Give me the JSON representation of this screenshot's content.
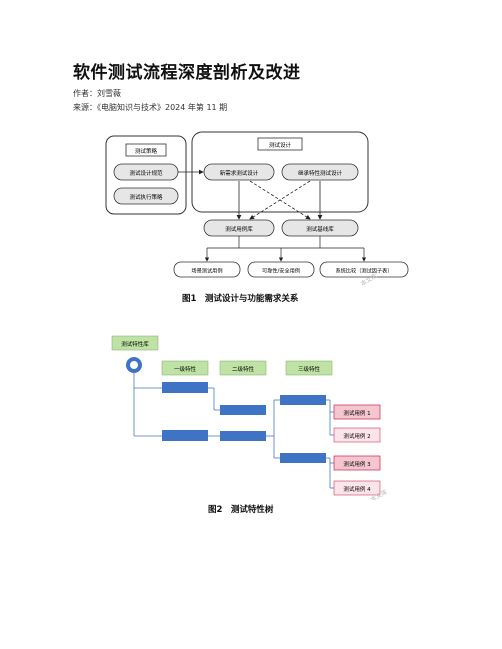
{
  "doc": {
    "title": "软件测试流程深度剖析及改进",
    "author": "作者：刘雪薇",
    "source": "来源：《电脑知识与技术》2024 年第 11 期"
  },
  "fig1": {
    "caption": "图1　测试设计与功能需求关系",
    "left_group_label": "测试策略",
    "left_items": [
      "测试设计规范",
      "测试执行策略"
    ],
    "right_group_label": "测试设计",
    "design_items": [
      "新需求测试设计",
      "继承特性测试设计"
    ],
    "mid_items": [
      "测试用例库",
      "测试基线库"
    ],
    "bottom_items": [
      "场景测试用例",
      "可靠性/安全用例",
      "系统比较（测试因子表）"
    ],
    "watermark": "本文库"
  },
  "fig2": {
    "caption": "图2　测试特性树",
    "root_label": "测试特性库",
    "level_labels": [
      "一级特性",
      "二级特性",
      "三级特性"
    ],
    "cases": [
      "测试用例 1",
      "测试用例 2",
      "测试用例 3",
      "测试用例 4"
    ],
    "colors": {
      "blue": "#3f73c6",
      "green": "#bfe3a5",
      "pink": "#f5c6d0",
      "pink_border": "#d03a5c"
    },
    "watermark": "本文库"
  }
}
